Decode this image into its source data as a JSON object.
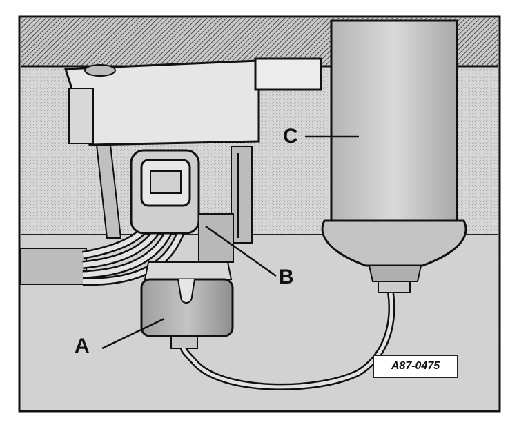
{
  "callouts": {
    "a": "A",
    "b": "B",
    "c": "C"
  },
  "reference": "A87-0475",
  "colors": {
    "ink": "#111111",
    "paper": "#ffffff",
    "metal": "#cfcfcf",
    "shade": "#9a9a9a",
    "hatch": "#555555"
  }
}
